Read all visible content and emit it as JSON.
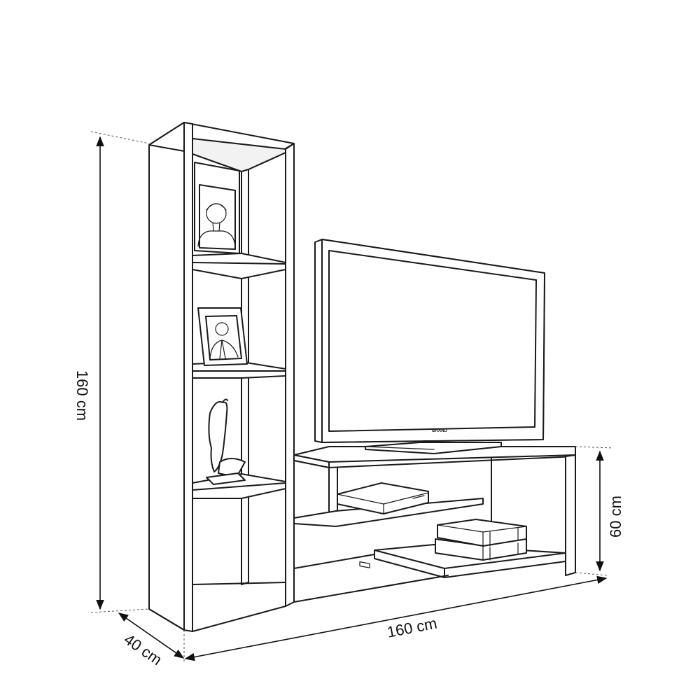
{
  "dimensions": {
    "height_label": "160 cm",
    "width_label": "160 cm",
    "depth_label": "40 cm",
    "tv_stand_height_label": "60 cm"
  },
  "tv": {
    "brand_label": "BRAND"
  },
  "colors": {
    "line": "#1a1a1a",
    "background": "#ffffff"
  }
}
